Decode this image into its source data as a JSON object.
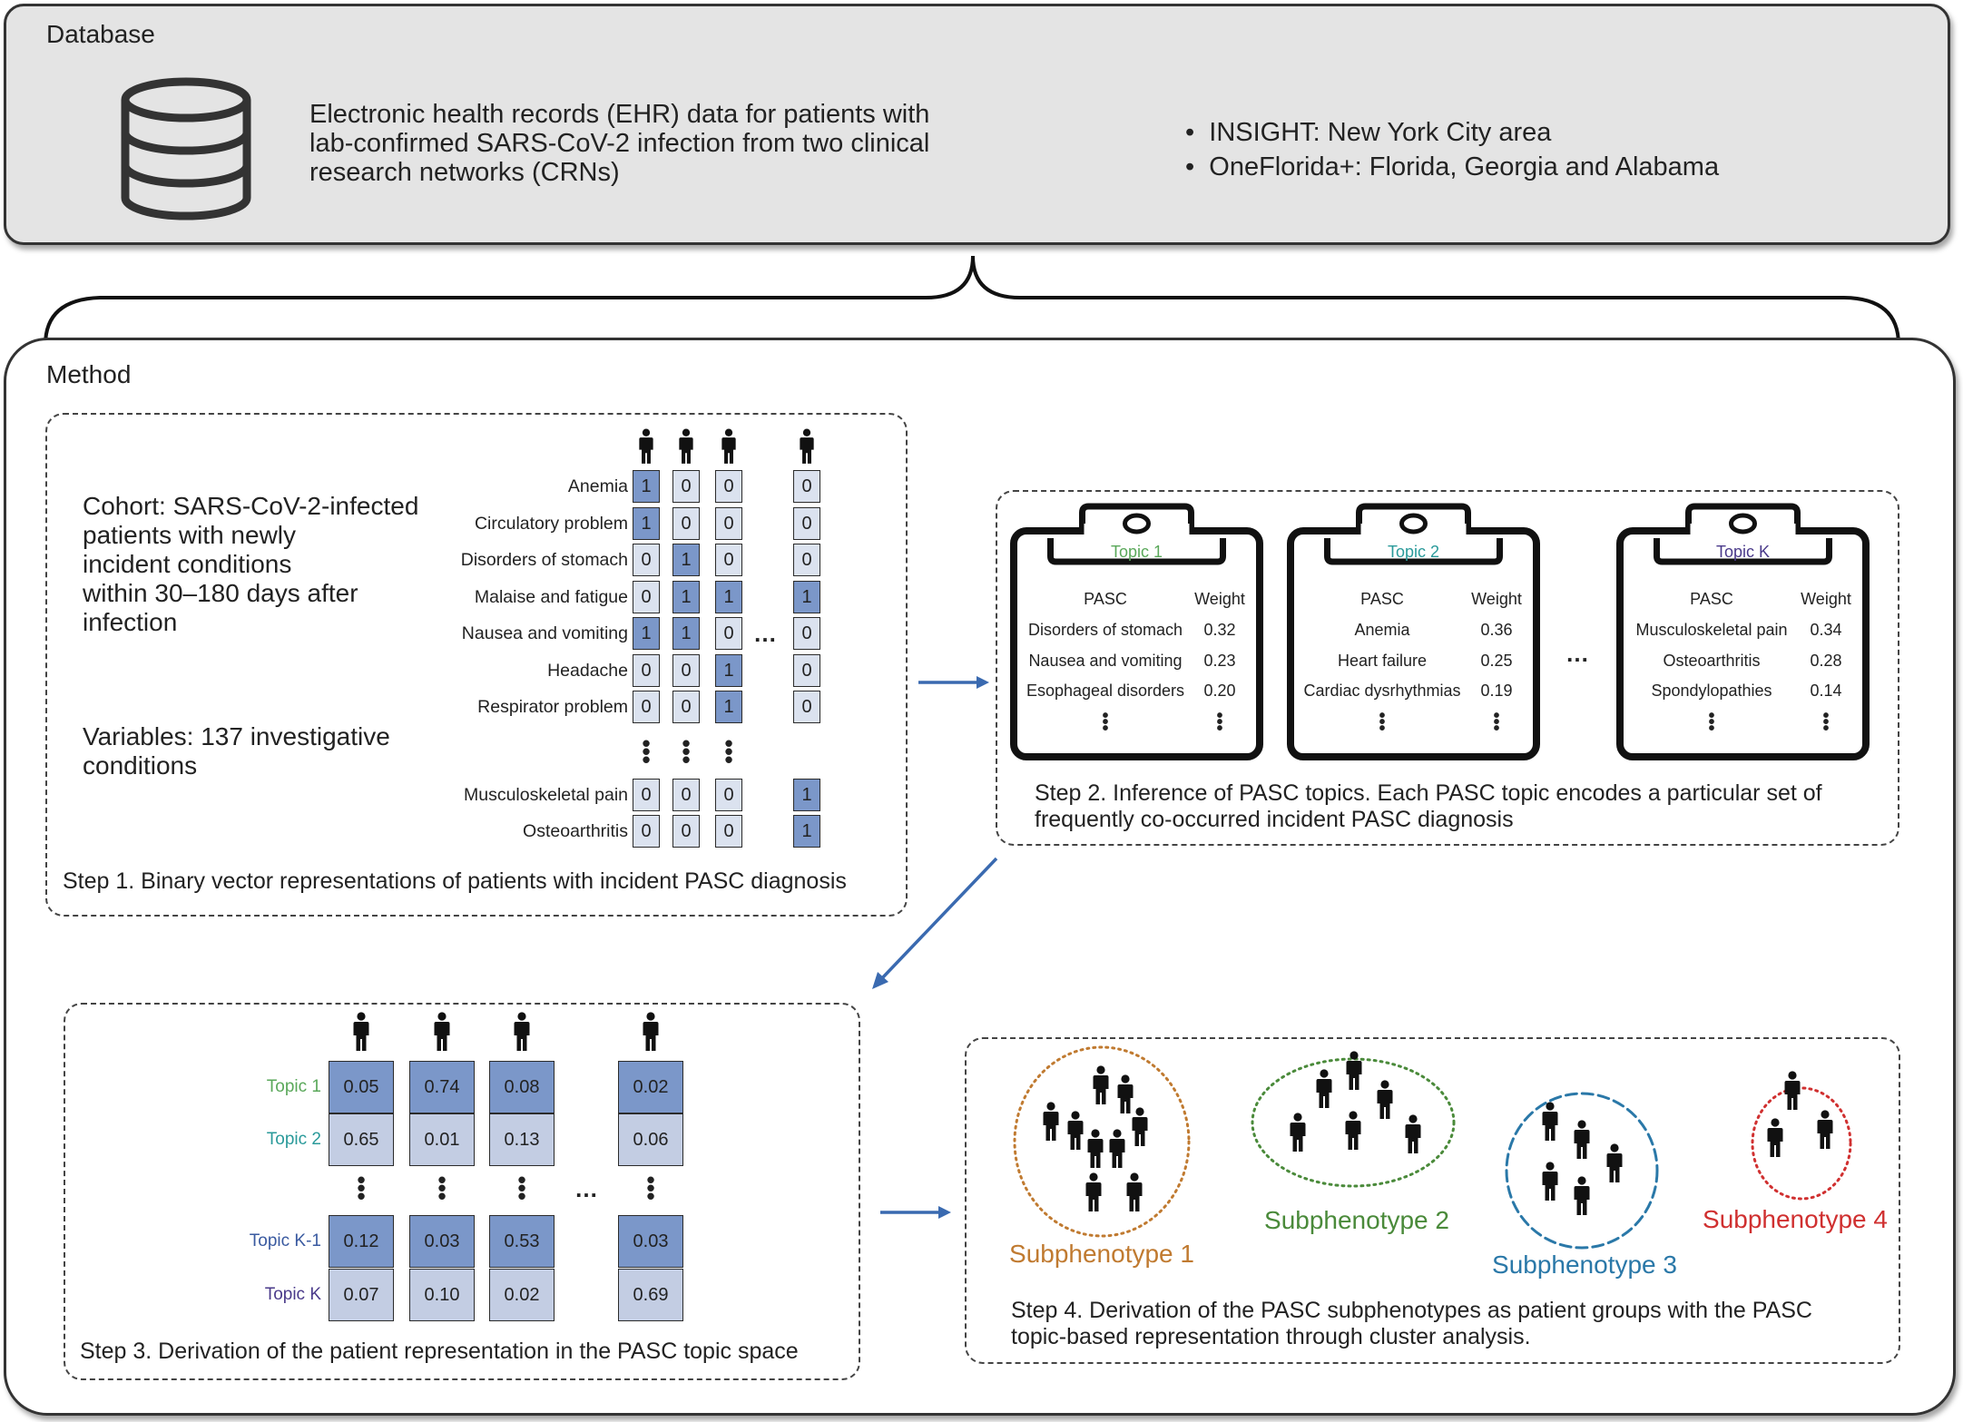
{
  "database": {
    "title": "Database",
    "description": "Electronic health records (EHR) data for patients with lab-confirmed SARS-CoV-2 infection from two clinical research networks (CRNs)",
    "description_lines": [
      "Electronic health records (EHR) data for patients with",
      "lab-confirmed SARS-CoV-2 infection from two clinical",
      "research networks (CRNs)"
    ],
    "networks": [
      "INSIGHT: New York City area",
      "OneFlorida+: Florida, Georgia and Alabama"
    ]
  },
  "method": {
    "title": "Method",
    "step1": {
      "cohort_lines": [
        "Cohort: SARS-CoV-2-infected",
        "patients with newly",
        "incident conditions",
        "within 30–180 days after",
        "infection"
      ],
      "variables_lines": [
        "Variables: 137 investigative",
        "conditions"
      ],
      "conditions_top": [
        "Anemia",
        "Circulatory problem",
        "Disorders of stomach",
        "Malaise and fatigue",
        "Nausea and vomiting",
        "Headache",
        "Respirator problem"
      ],
      "conditions_bottom": [
        "Musculoskeletal pain",
        "Osteoarthritis"
      ],
      "patients_top": [
        [
          "1",
          "1",
          "0",
          "0",
          "1",
          "0",
          "0"
        ],
        [
          "0",
          "0",
          "1",
          "1",
          "1",
          "0",
          "0"
        ],
        [
          "0",
          "0",
          "0",
          "1",
          "0",
          "1",
          "1"
        ],
        [
          "0",
          "0",
          "0",
          "1",
          "0",
          "0",
          "0"
        ]
      ],
      "patients_bottom": [
        [
          "0",
          "0"
        ],
        [
          "0",
          "0"
        ],
        [
          "0",
          "0"
        ],
        [
          "1",
          "1"
        ]
      ],
      "ellipsis": "…",
      "caption": "Step 1. Binary vector representations of patients with incident PASC diagnosis"
    },
    "step2": {
      "topics": [
        {
          "name": "Topic 1",
          "color": "#5aa85a",
          "header_pasc": "PASC",
          "header_weight": "Weight",
          "rows": [
            [
              "Disorders of stomach",
              "0.32"
            ],
            [
              "Nausea and vomiting",
              "0.23"
            ],
            [
              "Esophageal disorders",
              "0.20"
            ]
          ]
        },
        {
          "name": "Topic 2",
          "color": "#2a9a9a",
          "header_pasc": "PASC",
          "header_weight": "Weight",
          "rows": [
            [
              "Anemia",
              "0.36"
            ],
            [
              "Heart failure",
              "0.25"
            ],
            [
              "Cardiac dysrhythmias",
              "0.19"
            ]
          ]
        },
        {
          "name": "Topic K",
          "color": "#4a3a8a",
          "header_pasc": "PASC",
          "header_weight": "Weight",
          "rows": [
            [
              "Musculoskeletal pain",
              "0.34"
            ],
            [
              "Osteoarthritis",
              "0.28"
            ],
            [
              "Spondylopathies",
              "0.14"
            ]
          ]
        }
      ],
      "ellipsis": "…",
      "caption_lines": [
        "Step 2. Inference of PASC topics. Each PASC topic encodes a particular set of",
        "frequently co-occurred incident PASC diagnosis"
      ]
    },
    "step3": {
      "topic_labels": [
        {
          "text": "Topic 1",
          "color": "#5aa85a"
        },
        {
          "text": "Topic 2",
          "color": "#2a9a9a"
        },
        {
          "text": "Topic K-1",
          "color": "#3a5aa0"
        },
        {
          "text": "Topic K",
          "color": "#4a3a8a"
        }
      ],
      "patients": [
        [
          "0.05",
          "0.65",
          "0.12",
          "0.07"
        ],
        [
          "0.74",
          "0.01",
          "0.03",
          "0.10"
        ],
        [
          "0.08",
          "0.13",
          "0.53",
          "0.02"
        ],
        [
          "0.02",
          "0.06",
          "0.03",
          "0.69"
        ]
      ],
      "ellipsis": "…",
      "caption": "Step 3. Derivation of the patient representation in the PASC topic space"
    },
    "step4": {
      "subphenotypes": [
        {
          "name": "Subphenotype 1",
          "color": "#c07a30"
        },
        {
          "name": "Subphenotype 2",
          "color": "#4a8a3a"
        },
        {
          "name": "Subphenotype 3",
          "color": "#2a78a8"
        },
        {
          "name": "Subphenotype 4",
          "color": "#d03030"
        }
      ],
      "caption_lines": [
        "Step 4. Derivation of the PASC subphenotypes as patient groups with the PASC",
        "topic-based representation through cluster analysis."
      ]
    },
    "arrow_color": "#3a6ab0"
  }
}
